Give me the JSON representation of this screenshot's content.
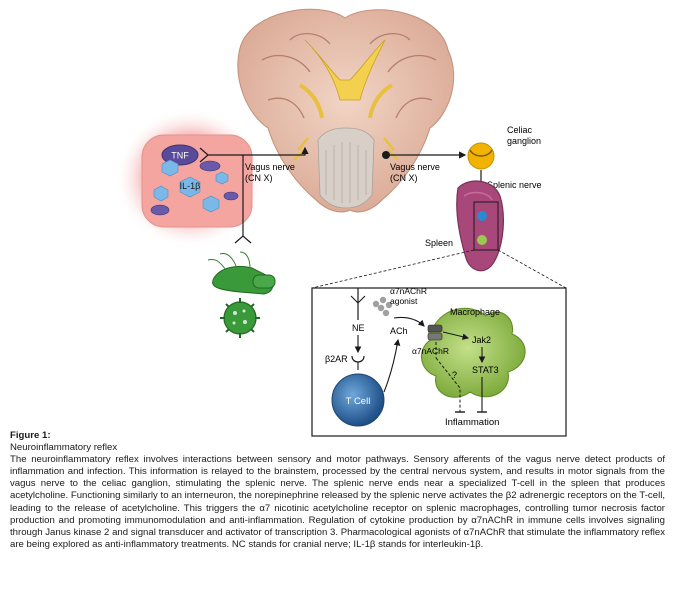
{
  "figure": {
    "labels": {
      "tnf": "TNF",
      "il1b": "IL-1β",
      "vagus_left": "Vagus nerve",
      "cnx_left": "(CN X)",
      "vagus_right": "Vagus nerve",
      "cnx_right": "(CN X)",
      "celiac1": "Celiac",
      "celiac2": "ganglion",
      "splenic_nerve": "Splenic nerve",
      "spleen": "Spleen",
      "agonist1": "α7nAChR",
      "agonist2": "agonist",
      "macrophage": "Macrophage",
      "ne": "NE",
      "ach": "ACh",
      "receptor": "α7nAChR",
      "jak2": "Jak2",
      "stat3": "STAT3",
      "question": "?",
      "b2ar": "β2AR",
      "tcell": "T Cell",
      "inflammation": "Inflammation"
    },
    "colors": {
      "inflammation_glow": "#f08a8a",
      "tnf_cell": "#5a4a9a",
      "il1b_hex": "#7ab8e8",
      "spleen": "#a8487a",
      "celiac": "#f2b300",
      "bacteria": "#3a9a3a",
      "macrophage": "#9cc850",
      "tcell": "#2a6aa8"
    }
  },
  "caption": {
    "title": "Figure 1:",
    "subtitle": "Neuroinflammatory reflex",
    "body": "The neuroinflammatory reflex involves interactions between sensory and motor pathways. Sensory afferents of the vagus nerve detect products of inflammation and infection. This information is relayed to the brainstem, processed by the central nervous system, and results in motor signals from the vagus nerve to the celiac ganglion, stimulating the splenic nerve. The splenic nerve ends near a specialized T-cell in the spleen that produces acetylcholine. Functioning similarly to an interneuron, the norepinephrine released by the splenic nerve activates the β2 adrenergic receptors on the T-cell, leading to the release of acetylcholine. This triggers the α7 nicotinic acetylcholine receptor on splenic macrophages, controlling tumor necrosis factor production and promoting immunomodulation and anti-inflammation. Regulation of cytokine production by α7nAChR in immune cells involves signaling through Janus kinase 2 and signal transducer and activator of transcription 3. Pharmacological agonists of α7nAChR that stimulate the inflammatory reflex are being explored as anti-inflammatory treatments. NC stands for cranial nerve; IL-1β stands for interleukin-1β."
  }
}
